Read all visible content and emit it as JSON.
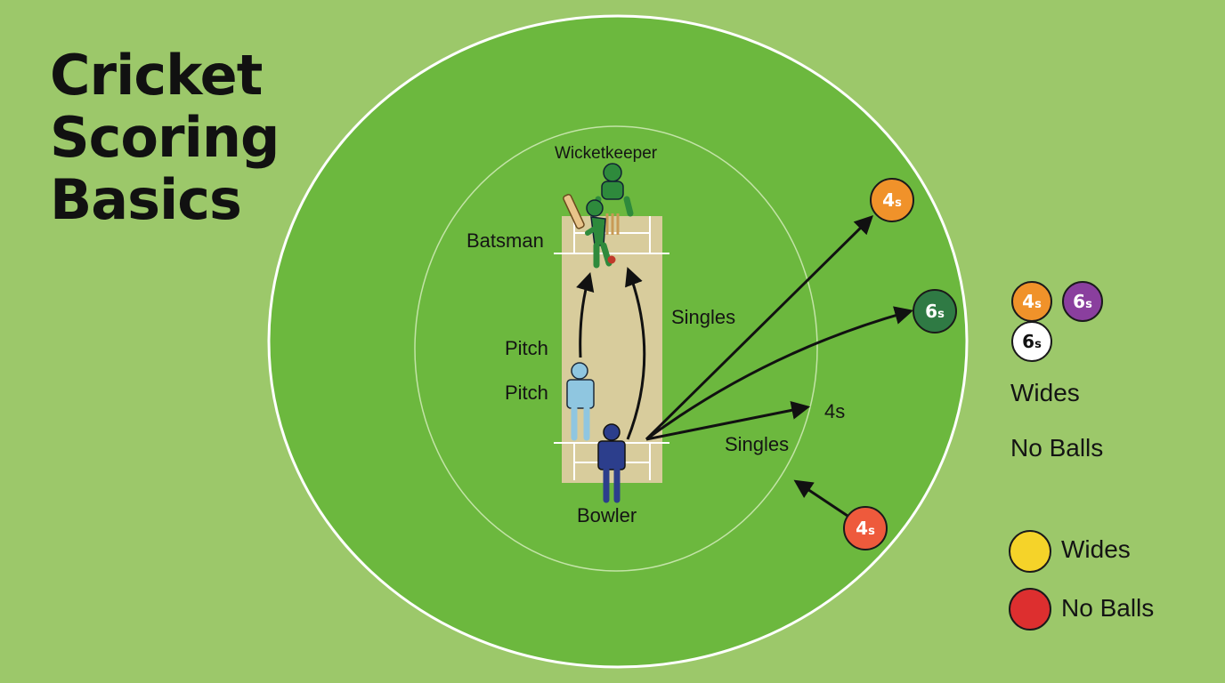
{
  "title": {
    "line1": "Cricket",
    "line2": "Scoring",
    "line3": "Basics"
  },
  "field": {
    "labels": {
      "wicketkeeper": "Wicketkeeper",
      "batsman": "Batsman",
      "pitch_upper": "Pitch",
      "pitch_lower": "Pitch",
      "bowler": "Bowler",
      "singles_upper": "Singles",
      "singles_lower": "Singles",
      "fours": "4s"
    },
    "markers": {
      "four_top": {
        "main": "4",
        "sub": "s",
        "color": "#f0922a"
      },
      "six_right": {
        "main": "6",
        "sub": "s",
        "color": "#2f7a44"
      },
      "four_bottom": {
        "main": "4",
        "sub": "s",
        "color": "#ee5a3c"
      }
    }
  },
  "legend": {
    "chips": [
      {
        "main": "4",
        "sub": "s",
        "color": "#f0922a"
      },
      {
        "main": "6",
        "sub": "s",
        "color": "#8a3f9e"
      },
      {
        "main": "6",
        "sub": "s",
        "color": "#ffffff",
        "text_color": "#111111"
      }
    ],
    "wides_text": "Wides",
    "no_balls_text": "No Balls",
    "dots": [
      {
        "label": "Wides",
        "color": "#f5d329"
      },
      {
        "label": "No Balls",
        "color": "#dd2f2f"
      }
    ]
  },
  "colors": {
    "background": "#9cc86a",
    "outfield": "#6cb83e",
    "pitch": "#d8cc9c",
    "boundary": "#ffffff"
  }
}
